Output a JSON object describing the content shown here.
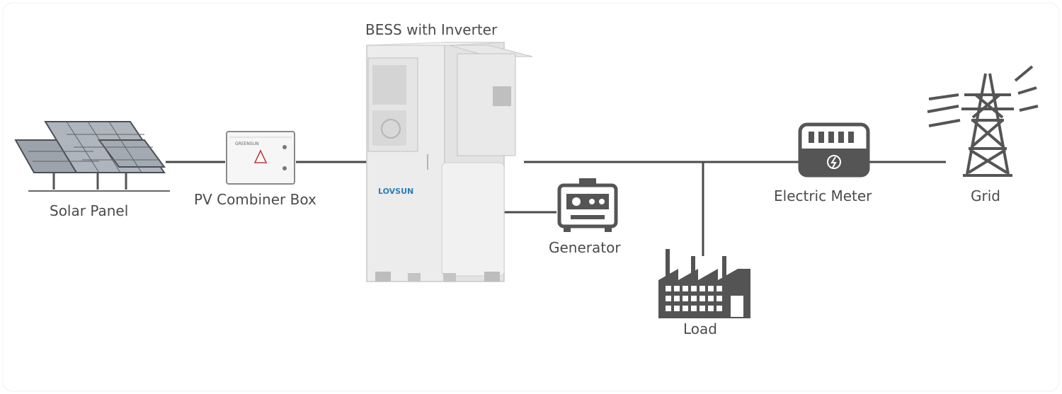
{
  "labels": {
    "solar_panel": "Solar Panel",
    "pv_combiner_box": "PV Combiner Box",
    "bess": "BESS with Inverter",
    "generator": "Generator",
    "load": "Load",
    "electric_meter": "Electric Meter",
    "grid": "Grid"
  },
  "brand": {
    "logo_text": "LOVSUN",
    "combiner_brand": "GREENSUN"
  },
  "icons": {
    "solar": "solar-panel-icon",
    "combiner": "combiner-box-icon",
    "bess": "bess-cabinet-icon",
    "generator": "generator-icon",
    "load": "factory-icon",
    "meter": "electric-meter-icon",
    "grid": "transmission-tower-icon"
  },
  "colors": {
    "line": "#4a4a4a",
    "icon": "#555555",
    "cabinet": "#ececec",
    "logo": "#2a7fb8"
  }
}
